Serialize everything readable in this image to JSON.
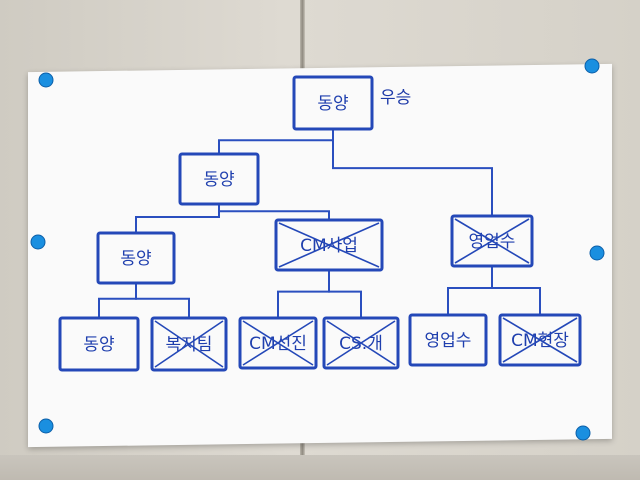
{
  "diagram": {
    "colors": {
      "ink": "#2448b8",
      "pin": "#1a8fe0",
      "paper": "#fafafa"
    },
    "annotation": "우승",
    "nodes": [
      {
        "id": "root",
        "label": "동양",
        "crossed": false
      },
      {
        "id": "l1",
        "label": "동양",
        "crossed": false
      },
      {
        "id": "l2a",
        "label": "동양",
        "crossed": false
      },
      {
        "id": "l2b",
        "label": "CM사업",
        "crossed": true
      },
      {
        "id": "l2c",
        "label": "영업수",
        "crossed": true
      },
      {
        "id": "l3a",
        "label": "동양",
        "crossed": false
      },
      {
        "id": "l3b",
        "label": "복지팀",
        "crossed": true
      },
      {
        "id": "l3c",
        "label": "CM선진",
        "crossed": true
      },
      {
        "id": "l3d",
        "label": "CS.개",
        "crossed": true
      },
      {
        "id": "l3e",
        "label": "영업수",
        "crossed": false
      },
      {
        "id": "l3f",
        "label": "CM현장",
        "crossed": true
      }
    ],
    "edges": [
      [
        "root",
        "l1"
      ],
      [
        "root",
        "l2c"
      ],
      [
        "l1",
        "l2a"
      ],
      [
        "l1",
        "l2b"
      ],
      [
        "l2a",
        "l3a"
      ],
      [
        "l2a",
        "l3b"
      ],
      [
        "l2b",
        "l3c"
      ],
      [
        "l2b",
        "l3d"
      ],
      [
        "l2c",
        "l3e"
      ],
      [
        "l2c",
        "l3f"
      ]
    ]
  }
}
